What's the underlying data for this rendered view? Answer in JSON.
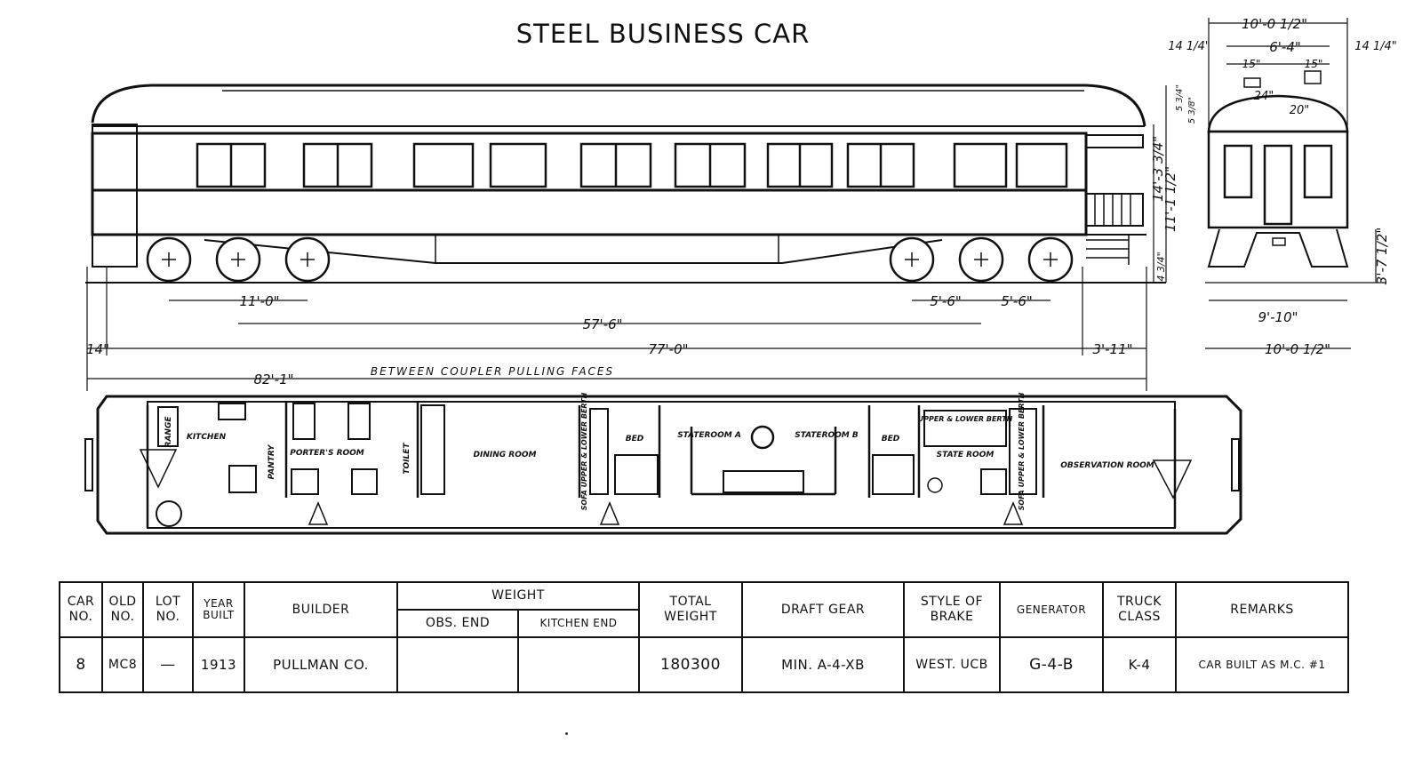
{
  "title": "STEEL BUSINESS CAR",
  "side_dims": {
    "truck_wheelbase": "11'-0\"",
    "truck_centers": "57'-6\"",
    "wheel_a": "5'-6\"",
    "wheel_b": "5'-6\"",
    "end_left": "14\"",
    "body_length": "77'-0\"",
    "end_right": "3'-11\"",
    "over_couplers": "82'-1\"",
    "over_couplers_note": "BETWEEN COUPLER PULLING FACES",
    "height_total": "14'-3 3/4\"",
    "height_body": "11'-1 1/2\"",
    "rail_height": "4 3/4\""
  },
  "end_dims": {
    "overall_top": "10'-0 1/2\"",
    "inner": "6'-4\"",
    "side_left": "14 1/4\"",
    "side_right": "14 1/4\"",
    "vent_left": "15\"",
    "vent_right": "15\"",
    "roof_a": "24\"",
    "roof_b": "20\"",
    "roof_h1": "5 3/4\"",
    "roof_h2": "5 3/8\"",
    "step_height": "3'-7 1/2\"",
    "bottom_inner": "9'-10\"",
    "bottom_overall": "10'-0 1/2\""
  },
  "rooms": [
    {
      "key": "range",
      "label": "RANGE"
    },
    {
      "key": "kitchen",
      "label": "KITCHEN"
    },
    {
      "key": "pantry",
      "label": "PANTRY"
    },
    {
      "key": "porters",
      "label": "PORTER'S ROOM"
    },
    {
      "key": "toilet",
      "label": "TOILET"
    },
    {
      "key": "dining",
      "label": "DINING ROOM"
    },
    {
      "key": "berth1",
      "label": "SOFA UPPER & LOWER BERTH"
    },
    {
      "key": "bed1",
      "label": "BED"
    },
    {
      "key": "stateA",
      "label": "STATEROOM A"
    },
    {
      "key": "stateB",
      "label": "STATEROOM B"
    },
    {
      "key": "bed2",
      "label": "BED"
    },
    {
      "key": "berth2",
      "label": "UPPER & LOWER BERTH"
    },
    {
      "key": "stateRoom",
      "label": "STATE ROOM"
    },
    {
      "key": "berth3",
      "label": "SOFA UPPER & LOWER BERTH"
    },
    {
      "key": "obs",
      "label": "OBSERVATION ROOM"
    }
  ],
  "spec_table": {
    "headers": {
      "car_no": "CAR NO.",
      "old_no": "OLD NO.",
      "lot_no": "LOT NO.",
      "year_built": "YEAR BUILT",
      "builder": "BUILDER",
      "weight": "WEIGHT",
      "obs_end": "OBS. END",
      "kitchen_end": "KITCHEN END",
      "total_weight": "TOTAL WEIGHT",
      "draft_gear": "DRAFT GEAR",
      "brake": "STYLE OF BRAKE",
      "generator": "GENERATOR",
      "truck": "TRUCK CLASS",
      "remarks": "REMARKS"
    },
    "row": {
      "car_no": "8",
      "old_no": "MC8",
      "lot_no": "—",
      "year_built": "1913",
      "builder": "PULLMAN CO.",
      "obs_end": "",
      "kitchen_end": "",
      "total_weight": "180300",
      "draft_gear": "MIN. A-4-XB",
      "brake": "WEST. UCB",
      "generator": "G-4-B",
      "truck": "K-4",
      "remarks": "CAR BUILT AS M.C. #1"
    }
  }
}
